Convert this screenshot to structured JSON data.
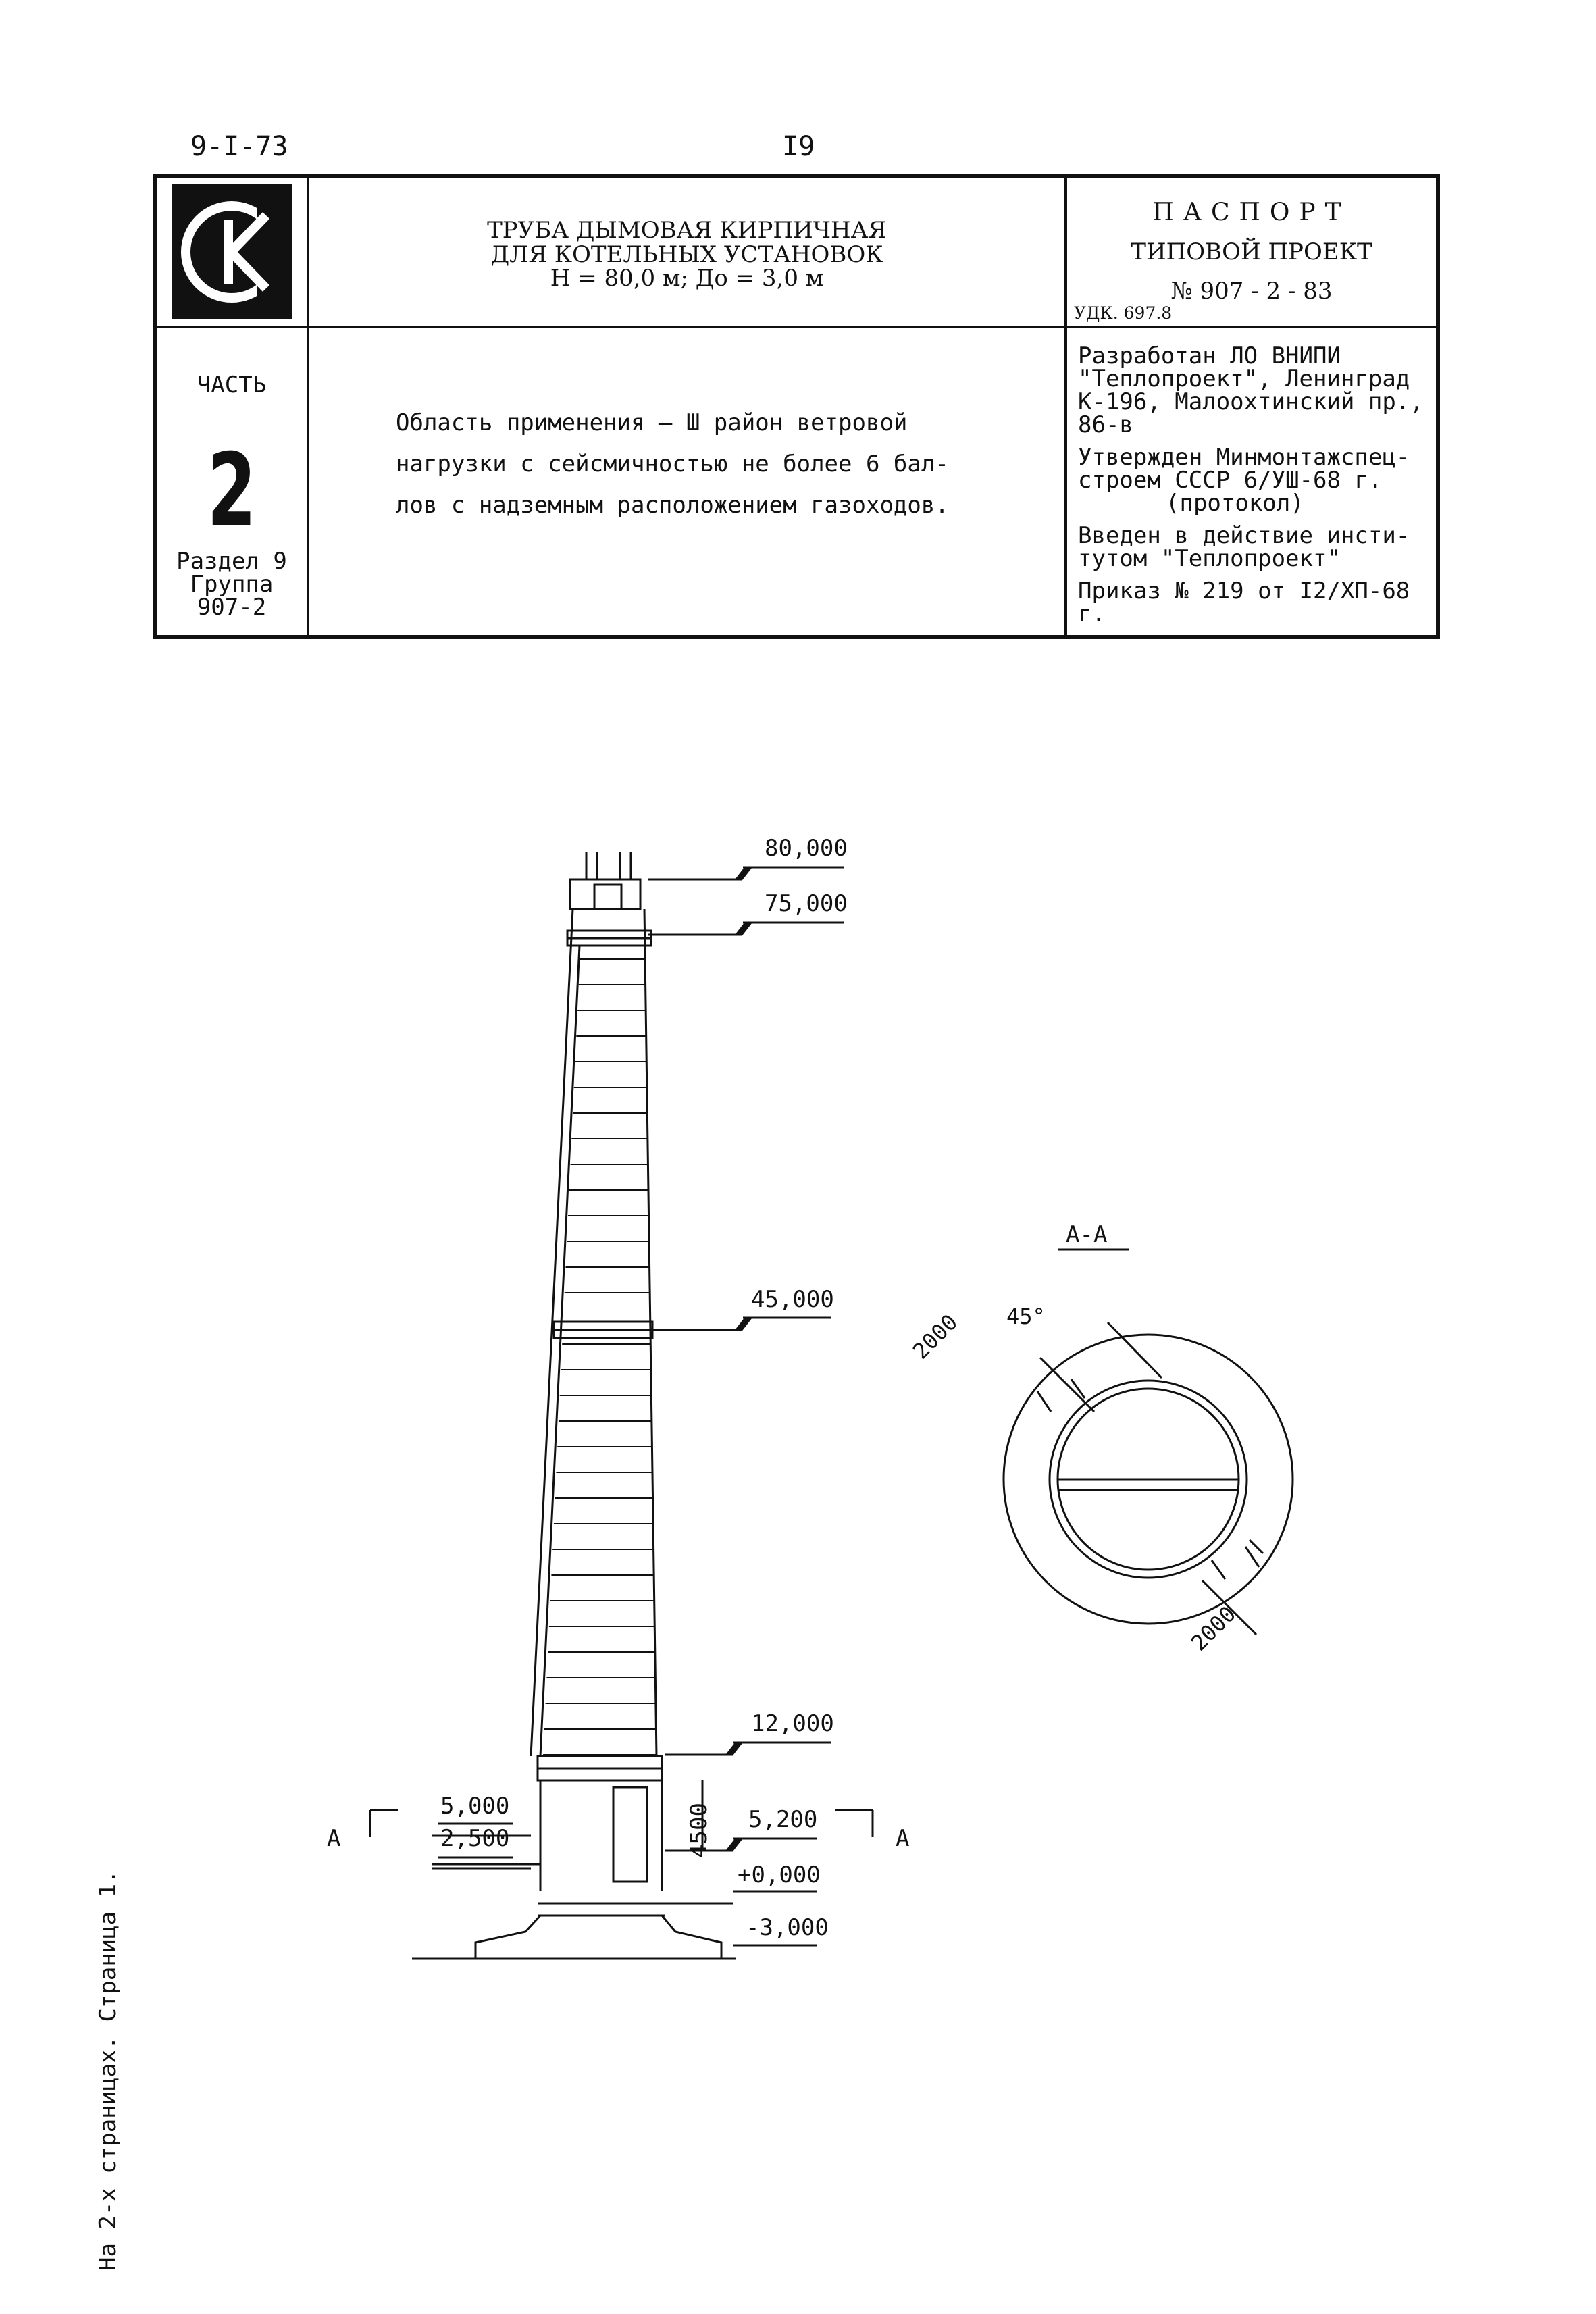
{
  "header": {
    "code": "9-I-73",
    "page": "I9"
  },
  "stamp": {
    "logo_text": "СК",
    "title_lines": [
      "ТРУБА ДЫМОВАЯ КИРПИЧНАЯ",
      "ДЛЯ КОТЕЛЬНЫХ УСТАНОВОК",
      "Н = 80,0 м;  До = 3,0 м"
    ],
    "passport": "ПАСПОРТ",
    "project_type": "ТИПОВОЙ ПРОЕКТ",
    "project_number": "№ 907 - 2 - 83",
    "udk": "УДК. 697.8",
    "part_label": "ЧАСТЬ",
    "part_number": "2",
    "section": "Раздел 9",
    "group": "Группа",
    "group_code": "907-2",
    "area_lines": [
      "Область применения  –  Ш  район ветровой",
      "нагрузки с сейсмичностью не более 6 бал-",
      "лов с надземным расположением газоходов."
    ],
    "developer_lines": [
      "Разработан ЛО ВНИПИ",
      "\"Теплопроект\", Ленинград",
      "К-196, Малоохтинский пр.,",
      "86-в"
    ],
    "approved_lines": [
      "Утвержден Минмонтажспец-",
      "строем СССР 6/УШ-68 г.",
      "(протокол)"
    ],
    "introduced_lines": [
      "Введен в действие инсти-",
      "тутом \"Теплопроект\""
    ],
    "order": "Приказ № 219 от I2/XП-68 г."
  },
  "drawing": {
    "elevations": [
      "80,000",
      "75,000",
      "45,000",
      "12,000",
      "5,200",
      "5,000",
      "2,500",
      "+0,000",
      "-3,000"
    ],
    "dim_4500": "4500",
    "section_mark": "А",
    "section_title": "А-А",
    "dim_2000": "2000",
    "angle_45": "45°"
  },
  "side_note": "На 2-х страницах. Страница 1."
}
